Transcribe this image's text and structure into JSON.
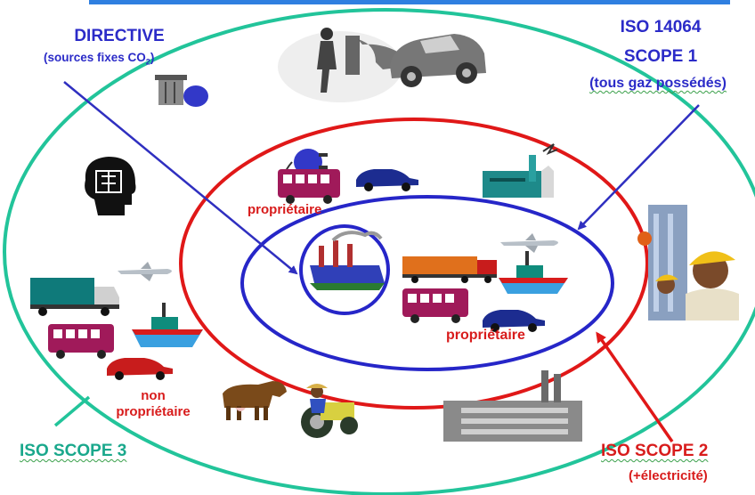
{
  "labels": {
    "directive": "DIRECTIVE",
    "directive_sub_pre": "(sources fixes CO",
    "directive_sub_subscript": "2",
    "directive_sub_post": ")",
    "iso14064": "ISO 14064",
    "scope1": "SCOPE 1",
    "scope1_sub": "(tous gaz possédés)",
    "owner_top": "propriétaire",
    "owner_inner": "propriétaire",
    "non_owner_1": "non",
    "non_owner_2": "propriétaire",
    "scope3": "ISO SCOPE 3",
    "scope2": "ISO SCOPE 2",
    "scope2_sub": "(+électricité)"
  },
  "colors": {
    "outer_ellipse": "#22c49a",
    "middle_ellipse": "#e01818",
    "inner_ellipse": "#2626c8",
    "core_circle": "#2626c8",
    "arrow_blue": "#2f2fc0",
    "arrow_teal": "#22c49a",
    "arrow_red": "#e01818",
    "top_bar": "#2f7fe0"
  },
  "icons": [
    "fuel-pump-person-icon",
    "wrecked-car-icon",
    "trash-can-icon",
    "head-silhouette-icon",
    "electric-plug-icon",
    "bus-icon",
    "car-icon",
    "power-plant-icon",
    "factory-icon",
    "truck-icon",
    "airplane-icon",
    "ship-icon",
    "workers-icon",
    "cow-icon",
    "tractor-icon",
    "industrial-building-icon"
  ]
}
